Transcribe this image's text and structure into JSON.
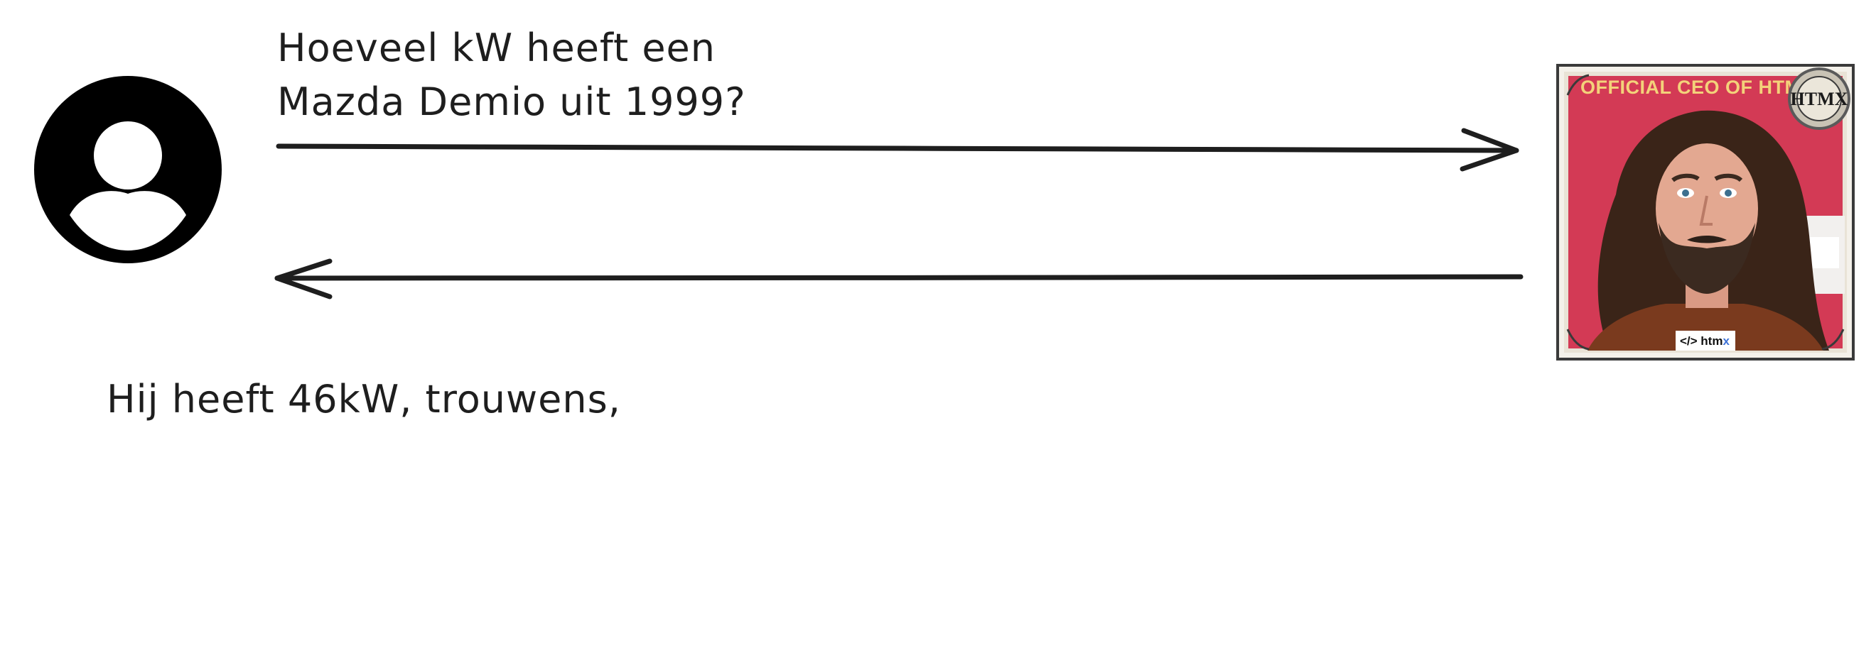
{
  "question": {
    "line1": "Hoeveel kW heeft een",
    "line2": "Mazda Demio uit 1999?"
  },
  "answer": {
    "text": "Hij heeft 46kW, trouwens,"
  },
  "server_card": {
    "banner": "OFFICIAL CEO OF HTMX",
    "badge": "HTMX",
    "tag_prefix": "</> htm",
    "tag_suffix": "x"
  },
  "colors": {
    "ink": "#1e1e1e",
    "card_background": "#d33a55",
    "banner_text": "#f3d27a",
    "htmx_blue": "#3d72d7"
  },
  "icons": {
    "user": "user-avatar-icon",
    "request_arrow": "arrow-right",
    "response_arrow": "arrow-left"
  }
}
